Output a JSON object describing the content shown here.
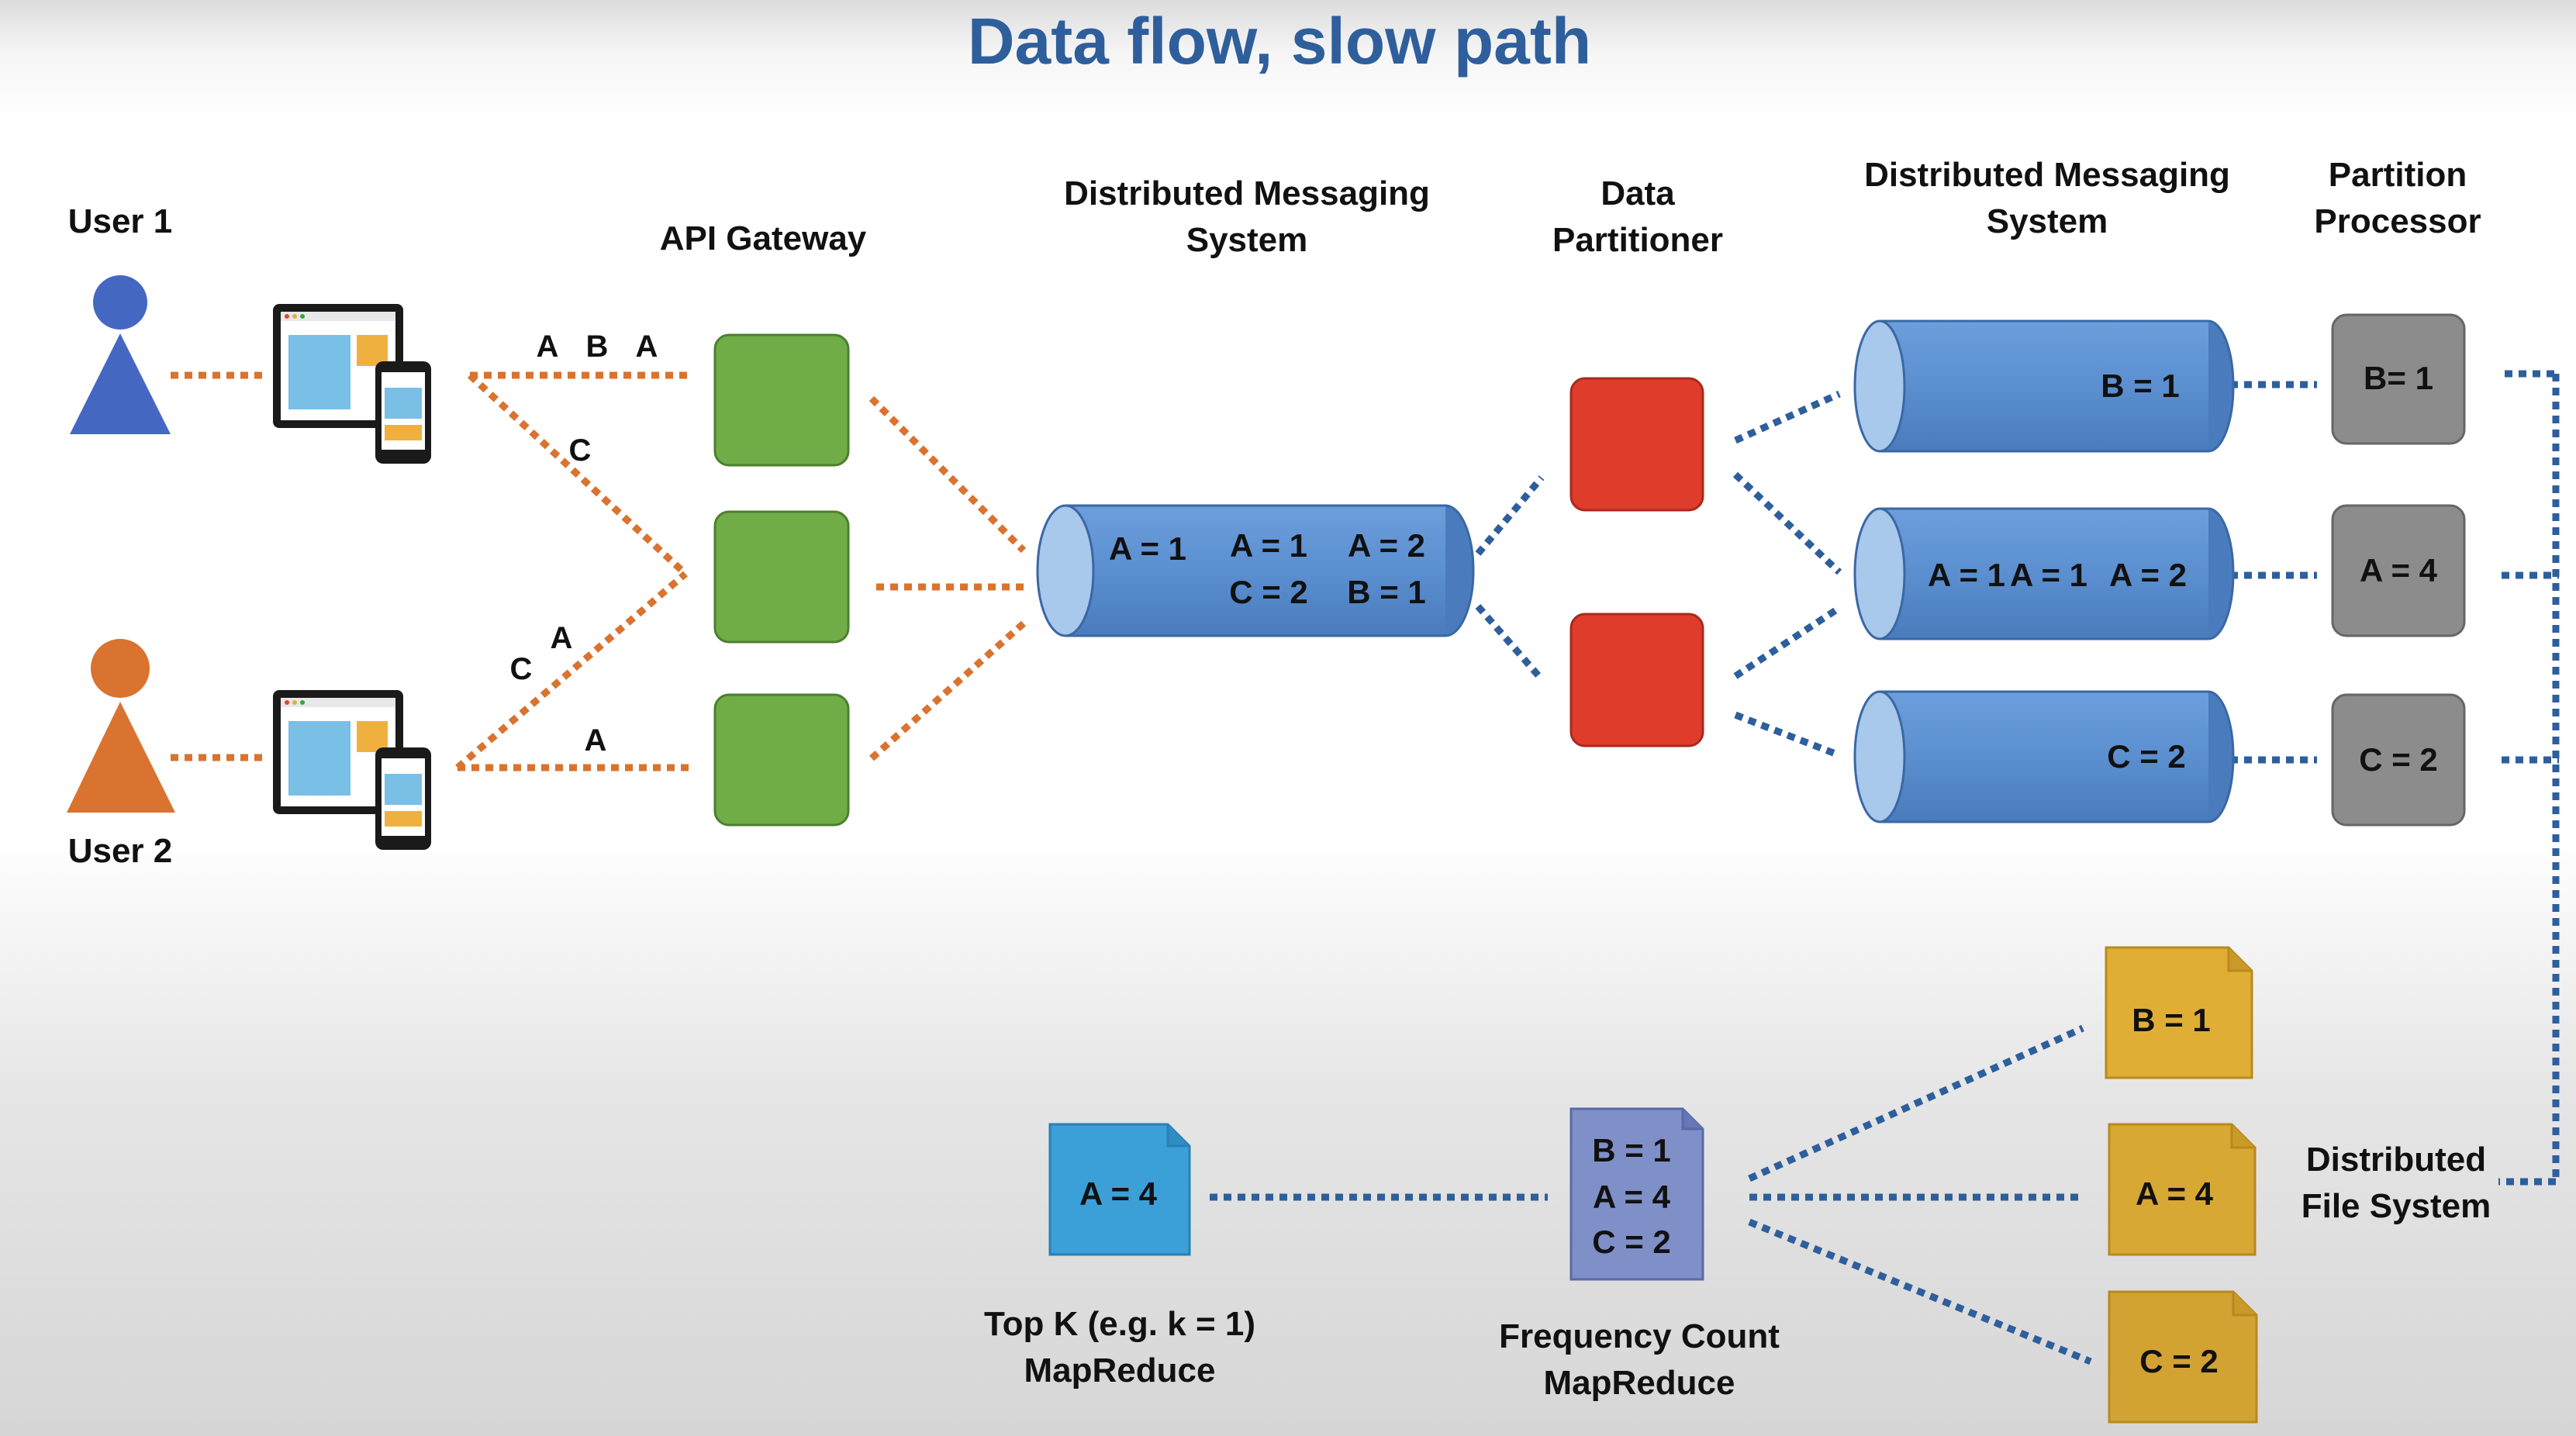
{
  "title": "Data flow, slow path",
  "users": [
    {
      "label": "User 1",
      "color": "#4468c2"
    },
    {
      "label": "User 2",
      "color": "#d9732f"
    }
  ],
  "flow_labels": {
    "user1_top": [
      "A",
      "B",
      "A"
    ],
    "user1_diag": "C",
    "user2_diag": [
      "C",
      "A"
    ],
    "user2_low": "A"
  },
  "columns": {
    "api_gateway": "API Gateway",
    "dms1_line1": "Distributed Messaging",
    "dms1_line2": "System",
    "partitioner_line1": "Data",
    "partitioner_line2": "Partitioner",
    "dms2_line1": "Distributed Messaging",
    "dms2_line2": "System",
    "processor_line1": "Partition",
    "processor_line2": "Processor"
  },
  "queue_main": {
    "row1": [
      "A = 1",
      "A = 1",
      "A = 2"
    ],
    "row2": [
      "C = 2",
      "B = 1"
    ]
  },
  "queues_partitioned": [
    {
      "text": [
        "B = 1"
      ]
    },
    {
      "text": [
        "A = 1",
        "A = 1",
        "A = 2"
      ]
    },
    {
      "text": [
        "C = 2"
      ]
    }
  ],
  "processors": [
    "B= 1",
    "A = 4",
    "C = 2"
  ],
  "dfs_label_line1": "Distributed",
  "dfs_label_line2": "File System",
  "dfs_files": [
    "B = 1",
    "A = 4",
    "C = 2"
  ],
  "freq_count": {
    "lines": [
      "B = 1",
      "A = 4",
      "C = 2"
    ],
    "label_line1": "Frequency Count",
    "label_line2": "MapReduce"
  },
  "topk": {
    "value": "A = 4",
    "label_line1": "Top K (e.g. k = 1)",
    "label_line2": "MapReduce"
  },
  "colors": {
    "orange_dots": "#d9732f",
    "blue_dots": "#2e5f9c",
    "gateway": "#70ad47",
    "queue": "#5b8fd0",
    "partitioner": "#e03c2c",
    "processor": "#8c8c8c",
    "file": "#ddaa33",
    "freq": "#7f8fc8",
    "topk": "#3ca0d8"
  }
}
